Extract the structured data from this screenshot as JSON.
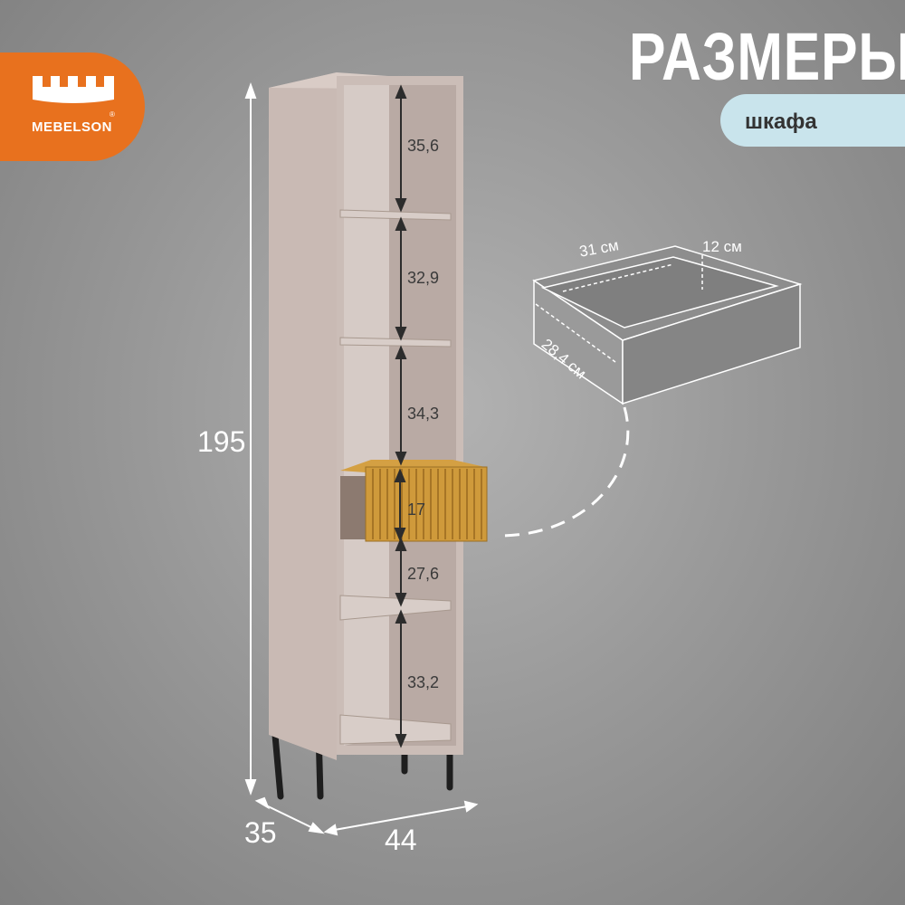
{
  "brand": {
    "name": "MEBELSON",
    "registered": "®"
  },
  "heading": {
    "title": "РАЗМЕРЫ",
    "subtitle": "шкафа"
  },
  "dimensions": {
    "height": "195",
    "depth": "35",
    "width": "44",
    "shelves": [
      "35,6",
      "32,9",
      "34,3",
      "17",
      "27,6",
      "33,2"
    ]
  },
  "drawer": {
    "width": "31 см",
    "height": "12 см",
    "depth": "28,4 см"
  },
  "colors": {
    "accent": "#e8711e",
    "badge": "#c9e4ec",
    "cabinet": "#c8b8b2",
    "drawer_front": "#d4a043"
  }
}
